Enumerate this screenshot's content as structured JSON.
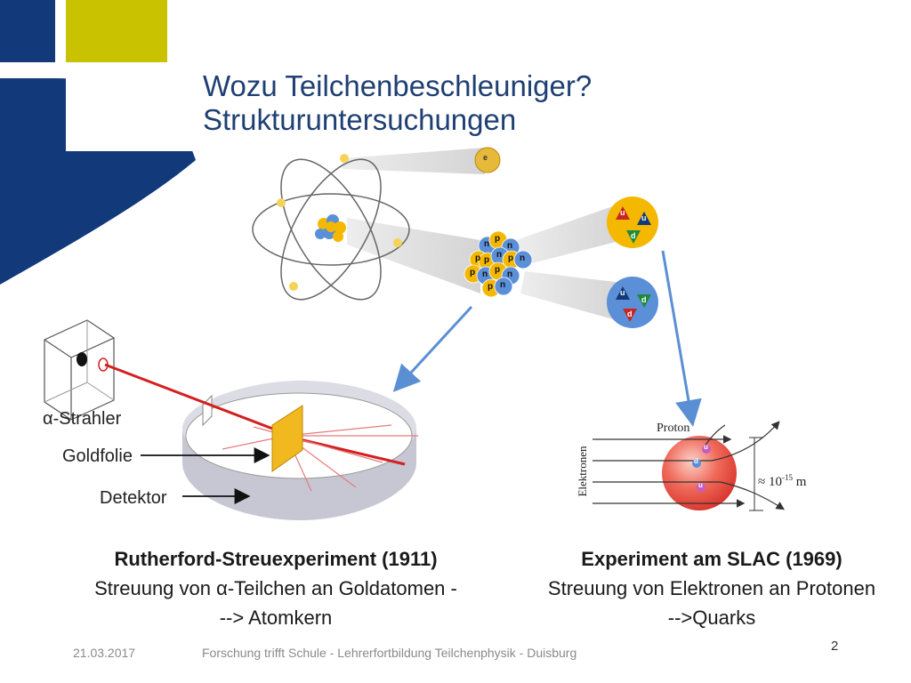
{
  "title": {
    "line1": "Wozu Teilchenbeschleuniger?",
    "line2": "Strukturuntersuchungen"
  },
  "atom": {
    "electron_label": "e",
    "nucleon_labels": [
      "n",
      "p",
      "n",
      "p",
      "p",
      "n",
      "p",
      "n",
      "p",
      "n",
      "p",
      "n",
      "p",
      "n"
    ],
    "quarks_upper": [
      "u",
      "u",
      "d"
    ],
    "quarks_lower": [
      "u",
      "d",
      "d"
    ]
  },
  "rutherford": {
    "alpha_label": "α-Strahler",
    "gold_label": "Goldfolie",
    "detector_label": "Detektor",
    "caption_bold": "Rutherford-Streuexperiment (1911)",
    "caption_line2": "Streuung von α-Teilchen an Goldatomen -",
    "caption_line3": "--> Atomkern"
  },
  "slac": {
    "proton_label": "Proton",
    "electron_axis_label": "Elektronen",
    "scale_label": "≈ 10",
    "scale_exp": "-15",
    "scale_unit": "m",
    "quarks": [
      "u",
      "d",
      "u"
    ],
    "caption_bold": "Experiment am SLAC (1969)",
    "caption_line2": "Streuung von Elektronen an Protonen",
    "caption_line3": "-->Quarks"
  },
  "footer": {
    "date": "21.03.2017",
    "center": "Forschung trifft Schule - Lehrerfortbildung Teilchenphysik - Duisburg",
    "page": "2"
  },
  "colors": {
    "title": "#1f3f73",
    "navy": "#123a7a",
    "lime": "#c8c200",
    "gold": "#f4b800",
    "nucleon_blue": "#5b8fd8",
    "arrow_blue": "#5b8fd3",
    "ray_red": "#d41f1f"
  }
}
